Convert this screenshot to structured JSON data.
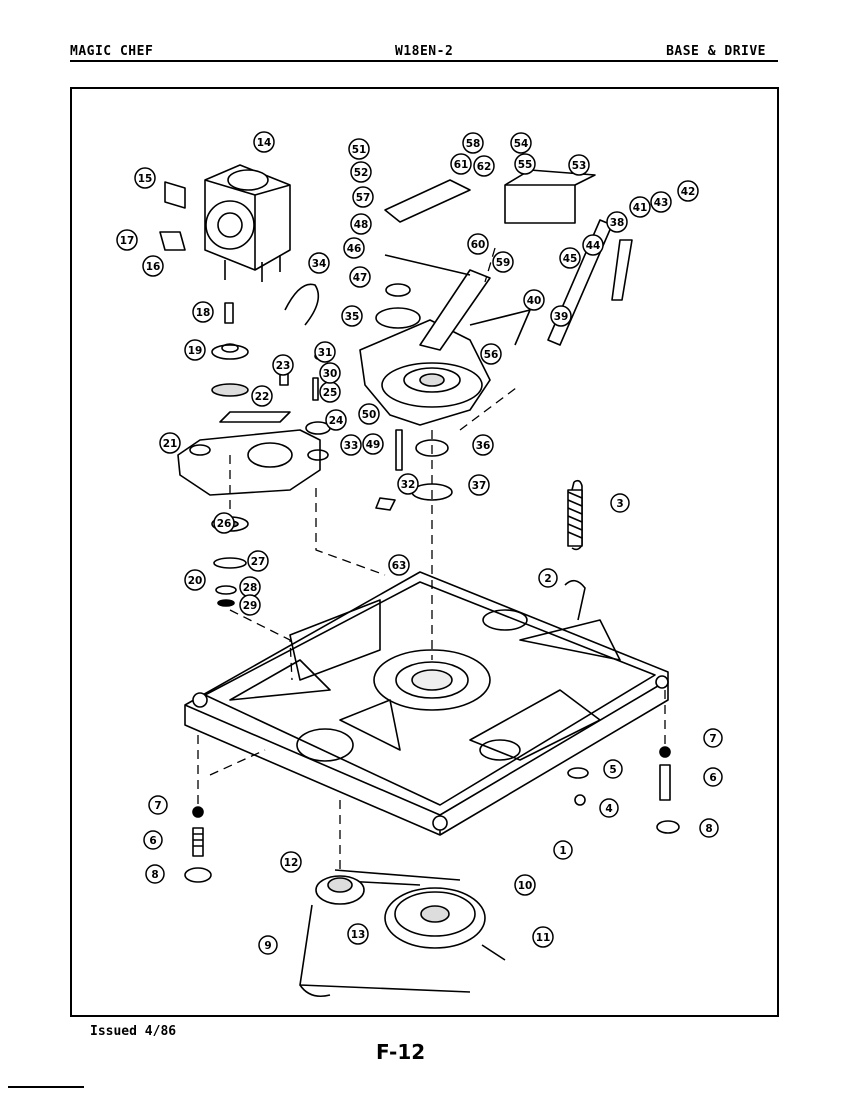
{
  "header": {
    "brand": "MAGIC CHEF",
    "model": "W18EN-2",
    "section": "BASE & DRIVE"
  },
  "footer": {
    "issued": "Issued 4/86",
    "page": "F-12"
  },
  "callouts": [
    "1",
    "2",
    "3",
    "4",
    "5",
    "6",
    "7",
    "8",
    "9",
    "10",
    "11",
    "12",
    "13",
    "14",
    "15",
    "16",
    "17",
    "18",
    "19",
    "20",
    "21",
    "22",
    "23",
    "24",
    "25",
    "26",
    "27",
    "28",
    "29",
    "30",
    "31",
    "32",
    "33",
    "34",
    "35",
    "36",
    "37",
    "38",
    "39",
    "40",
    "41",
    "42",
    "43",
    "44",
    "45",
    "46",
    "47",
    "48",
    "49",
    "50",
    "51",
    "52",
    "53",
    "54",
    "55",
    "56",
    "57",
    "58",
    "59",
    "60",
    "61",
    "62",
    "63",
    "6",
    "7",
    "8"
  ]
}
